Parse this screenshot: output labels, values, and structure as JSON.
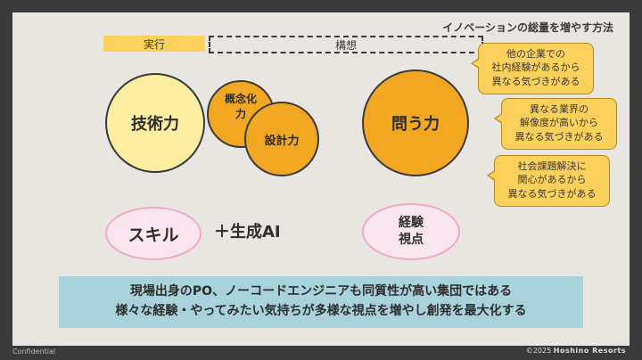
{
  "slide": {
    "title": "イノベーションの総量を増やす方法",
    "label_execution": "実行",
    "label_planning": "構想",
    "circles": {
      "tech": "技術力",
      "concept_line1": "概念化",
      "concept_line2": "力",
      "design": "設計力",
      "ask": "問う力"
    },
    "skill": "スキル",
    "plus_ai": "＋生成AI",
    "view_line1": "経験",
    "view_line2": "視点",
    "bubbles": [
      {
        "l1": "他の企業での",
        "l2": "社内経験があるから",
        "l3": "異なる気づきがある"
      },
      {
        "l1": "異なる業界の",
        "l2": "解像度が高いから",
        "l3": "異なる気づきがある"
      },
      {
        "l1": "社会課題解決に",
        "l2": "関心があるから",
        "l3": "異なる気づきがある"
      }
    ],
    "banner_line1": "現場出身のPO、ノーコードエンジニアも同質性が高い集団ではある",
    "banner_line2": "様々な経験・やってみたい気持ちが多様な視点を増やし創発を最大化する"
  },
  "footer": {
    "left": "Confidential",
    "copyright": "©2025",
    "brand": "Hoshino Resorts"
  },
  "colors": {
    "background": "#3a3a3a",
    "slide": "#e9e6e2",
    "yellow_light": "#fbeea0",
    "orange": "#f1a722",
    "label_yellow": "#fbd15b",
    "pink": "#f9e6ee",
    "banner": "#a8d3da"
  }
}
